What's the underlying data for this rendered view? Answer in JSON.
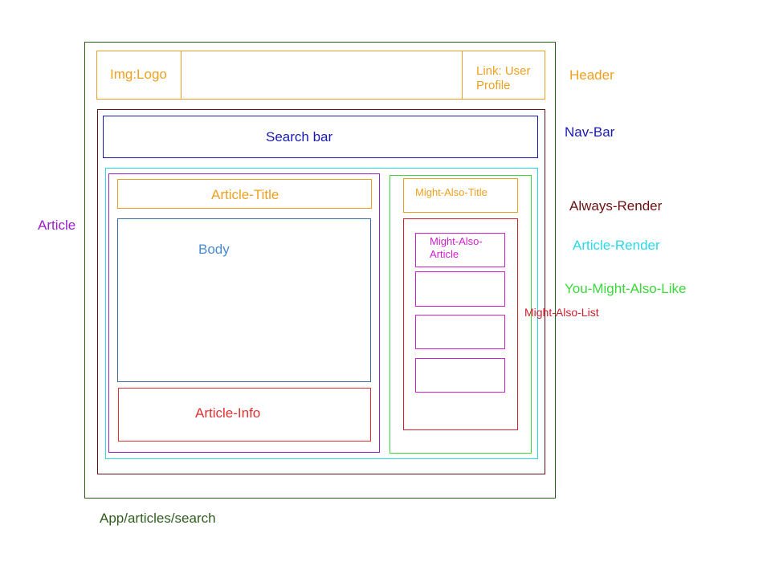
{
  "header": {
    "logo": "Img:Logo",
    "profile_link": "Link: User Profile",
    "label": "Header"
  },
  "nav": {
    "search": "Search bar",
    "label": "Nav-Bar"
  },
  "always_render": {
    "label": "Always-Render"
  },
  "article_render": {
    "label": "Article-Render"
  },
  "article": {
    "label": "Article",
    "title": "Article-Title",
    "body": "Body",
    "info": "Article-Info"
  },
  "you_might_also_like": {
    "label": "You-Might-Also-Like",
    "title": "Might-Also-Title",
    "list_label": "Might-Also-List",
    "items": [
      {
        "label": "Might-Also-Article"
      },
      {
        "label": ""
      },
      {
        "label": ""
      },
      {
        "label": ""
      }
    ]
  },
  "route": "App/articles/search",
  "colors": {
    "app": "#2e5e1e",
    "header": "#f0a020",
    "nav": "#1a1ab0",
    "always_render": "#6b1010",
    "article_render": "#2ad8e8",
    "article": "#9a20c8",
    "body": "#3a6aa0",
    "article_info": "#e03030",
    "you_might_also_like": "#3ad83a",
    "might_also_list": "#d02030",
    "might_also_article": "#d020d0"
  }
}
